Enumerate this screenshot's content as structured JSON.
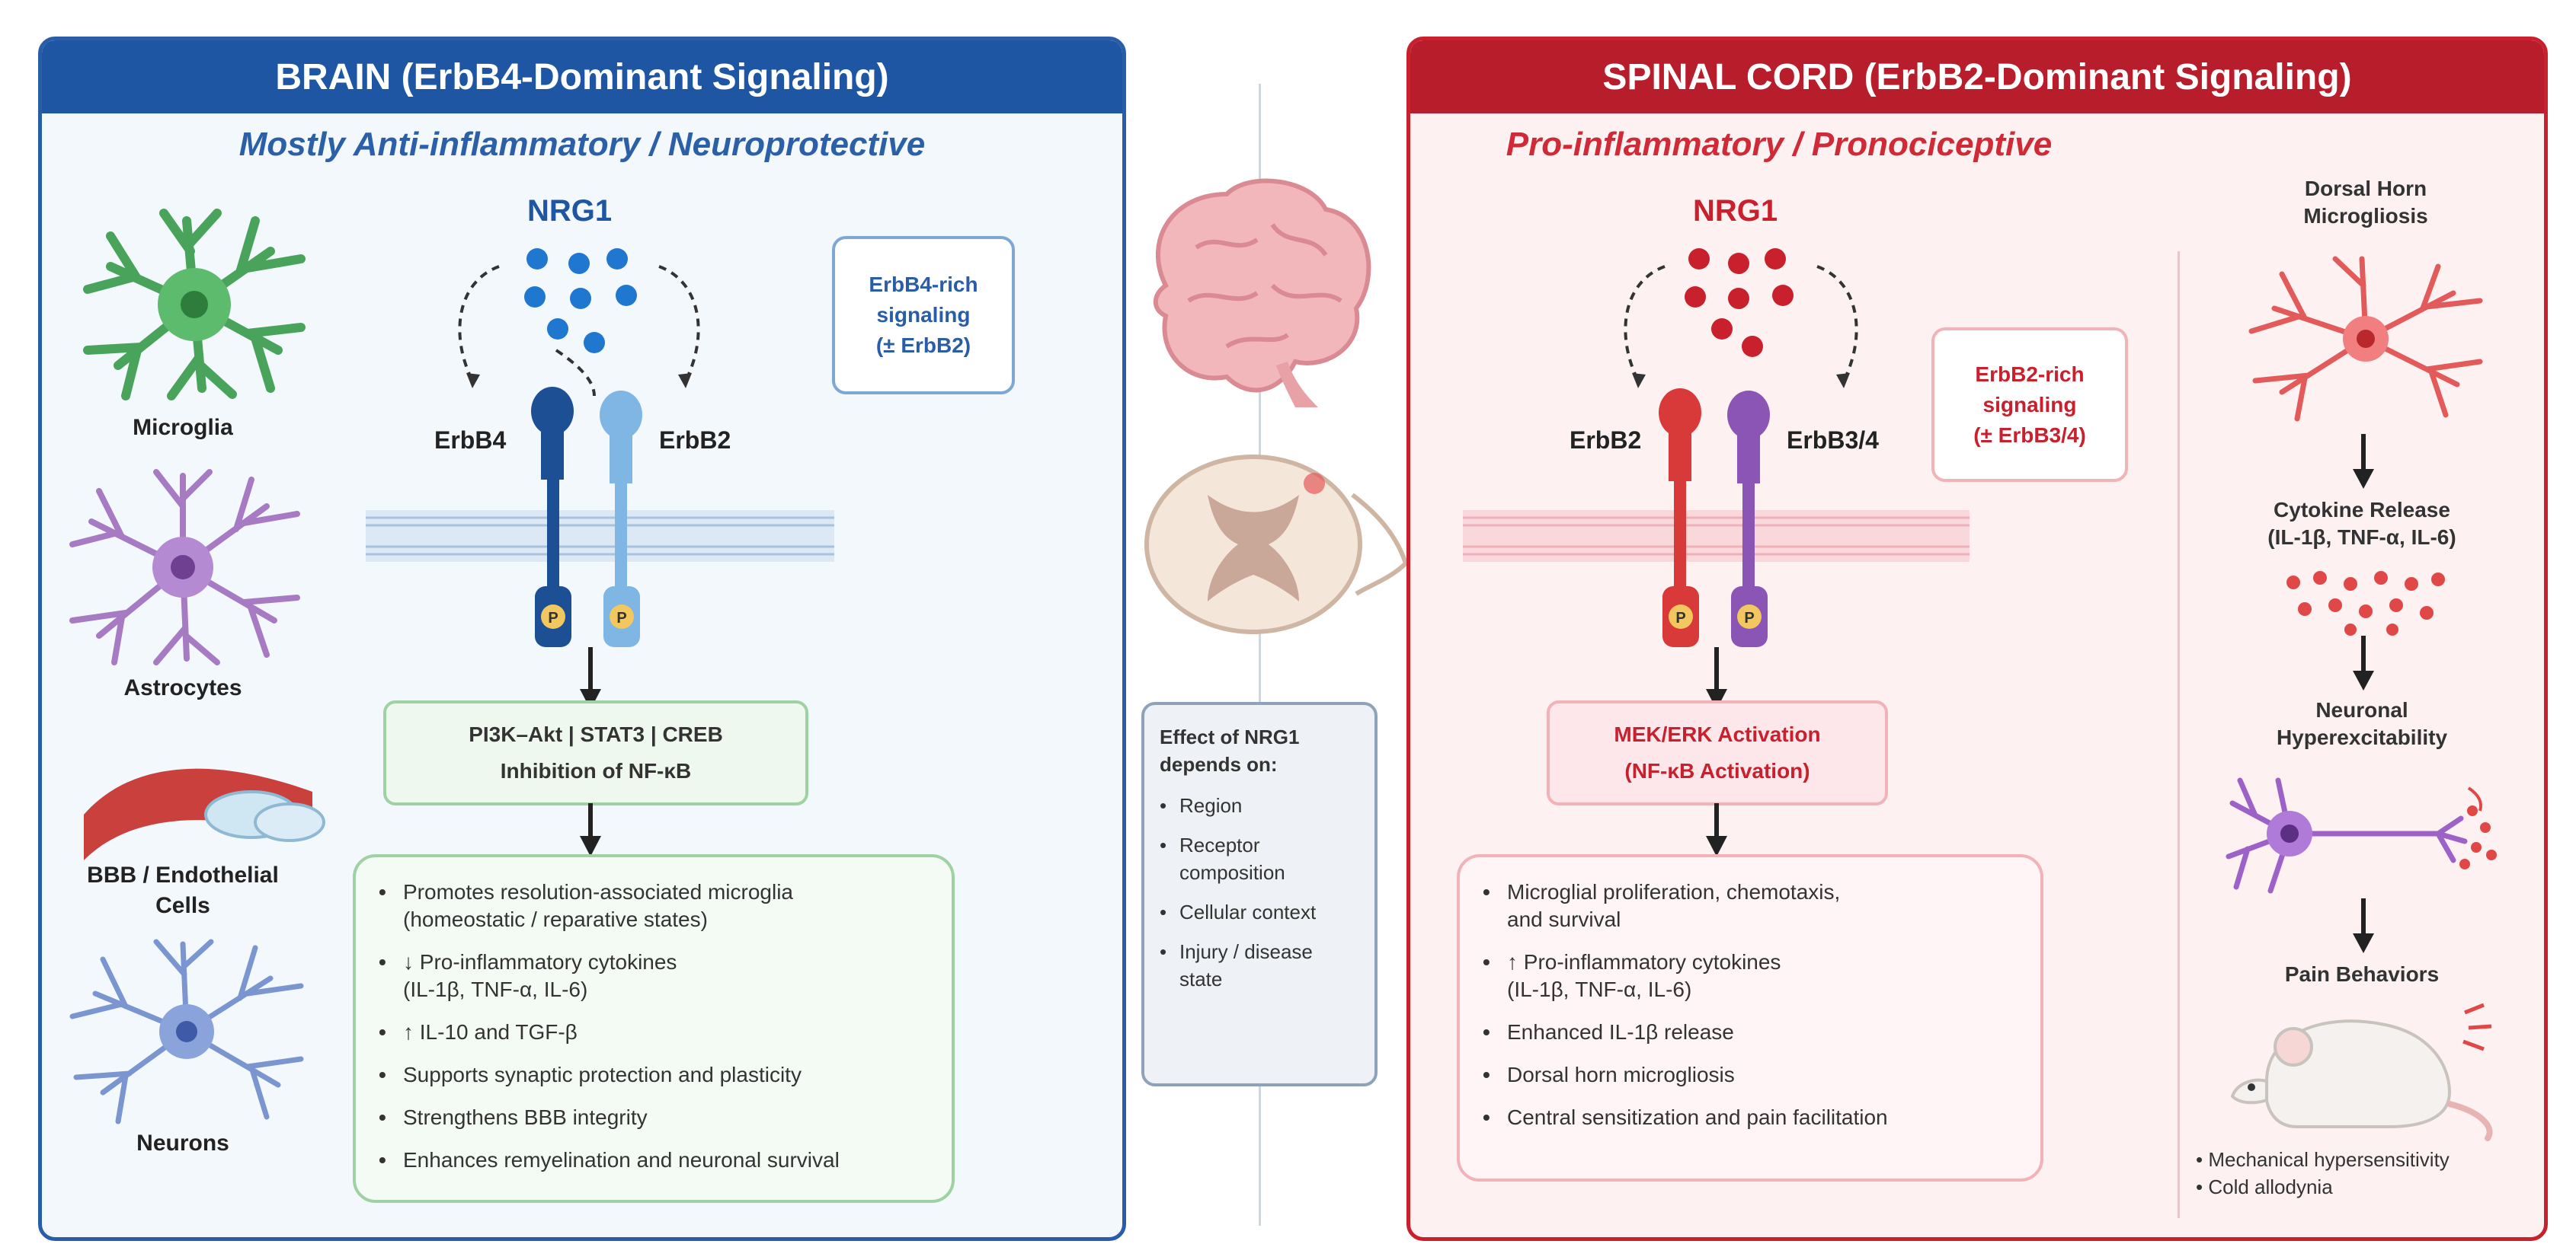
{
  "brain": {
    "header": "BRAIN (ErbB4-Dominant Signaling)",
    "subtitle": "Mostly Anti-inflammatory / Neuroprotective",
    "cells": [
      "Microglia",
      "Astrocytes",
      "BBB / Endothelial Cells",
      "Neurons"
    ],
    "ligand": "NRG1",
    "receptor_left": "ErbB4",
    "receptor_right": "ErbB2",
    "note": "ErbB4-rich\nsignaling\n(± ErbB2)",
    "pathway_line1": "PI3K–Akt  |  STAT3  |  CREB",
    "pathway_line2": "Inhibition of NF-κB",
    "effects": [
      "Promotes resolution-associated microglia\n(homeostatic / reparative states)",
      "↓ Pro-inflammatory cytokines\n(IL-1β, TNF-α, IL-6)",
      "↑ IL-10 and TGF-β",
      "Supports synaptic protection and plasticity",
      "Strengthens BBB integrity",
      "Enhances remyelination and neuronal survival"
    ],
    "colors": {
      "primary": "#1f56a3",
      "light": "#7fb6e3",
      "panel_bg": "#f3f8fd",
      "green_border": "#9fd1a2",
      "green_bg": "#eef8ee"
    }
  },
  "center": {
    "box_title": "Effect of NRG1 depends on:",
    "items": [
      "Region",
      "Receptor\ncomposition",
      "Cellular context",
      "Injury / disease\nstate"
    ]
  },
  "spine": {
    "header": "SPINAL CORD (ErbB2-Dominant Signaling)",
    "subtitle": "Pro-inflammatory / Pronociceptive",
    "ligand": "NRG1",
    "receptor_left": "ErbB2",
    "receptor_right": "ErbB3/4",
    "note": "ErbB2-rich\nsignaling\n(± ErbB3/4)",
    "pathway_line1": "MEK/ERK Activation",
    "pathway_line2": "(NF-κB Activation)",
    "effects": [
      "Microglial proliferation, chemotaxis,\nand survival",
      "↑ Pro-inflammatory cytokines\n(IL-1β, TNF-α, IL-6)",
      "Enhanced IL-1β release",
      "Dorsal horn microgliosis",
      "Central sensitization and pain facilitation"
    ],
    "side_steps": [
      "Dorsal Horn\nMicrogliosis",
      "Cytokine Release\n(IL-1β, TNF-α, IL-6)",
      "Neuronal\nHyperexcitability",
      "Pain Behaviors"
    ],
    "outcomes": [
      "Mechanical hypersensitivity",
      "Cold allodynia"
    ],
    "colors": {
      "primary": "#b81d2b",
      "receptor_red": "#d83a3a",
      "receptor_purple": "#8b55b5",
      "panel_bg": "#fdf1f2",
      "pink_border": "#f2b3b8"
    }
  }
}
